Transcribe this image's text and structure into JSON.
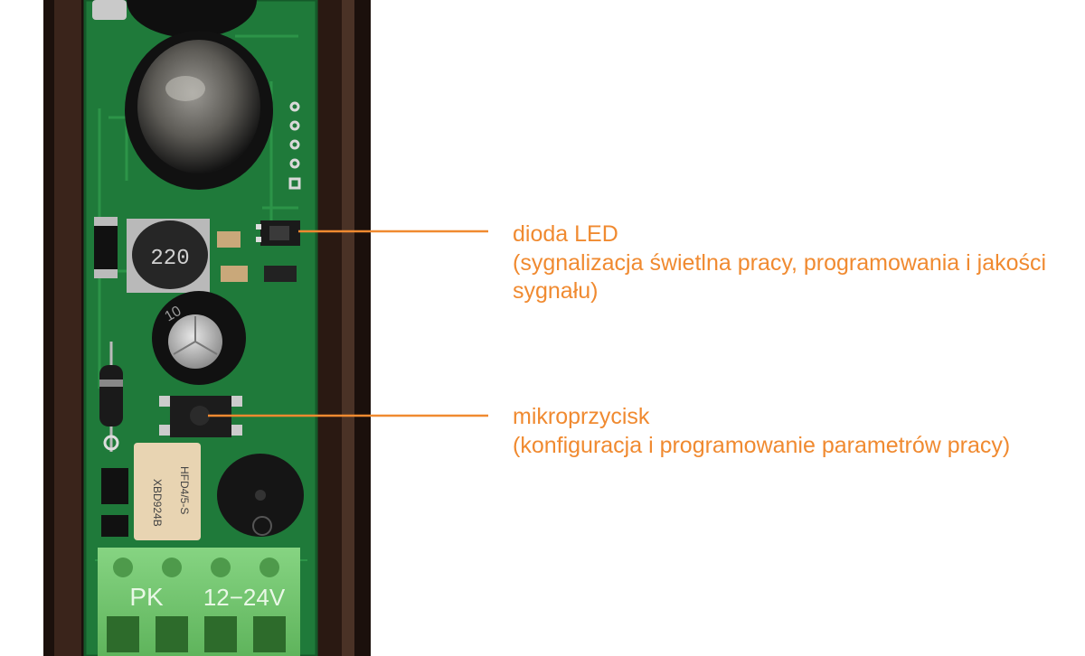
{
  "colors": {
    "callout_text": "#f08a30",
    "callout_line": "#f08a30",
    "pcb_green": "#1f7a3a",
    "housing": "#2b1a14",
    "terminal_block": "#7fcf7a"
  },
  "board": {
    "inductor_marking": "220",
    "relay_marking_1": "HFD4/5-S",
    "relay_marking_2": "XBD924B",
    "capacitor_marking": "10",
    "terminal_label_left": "PK",
    "terminal_label_right": "12−24V"
  },
  "callouts": {
    "led": {
      "title": "dioda LED",
      "description": "(sygnalizacja świetlna pracy, programowania i jakości sygnału)"
    },
    "button": {
      "title": "mikroprzycisk",
      "description": "(konfiguracja i programowanie parametrów pracy)"
    }
  }
}
